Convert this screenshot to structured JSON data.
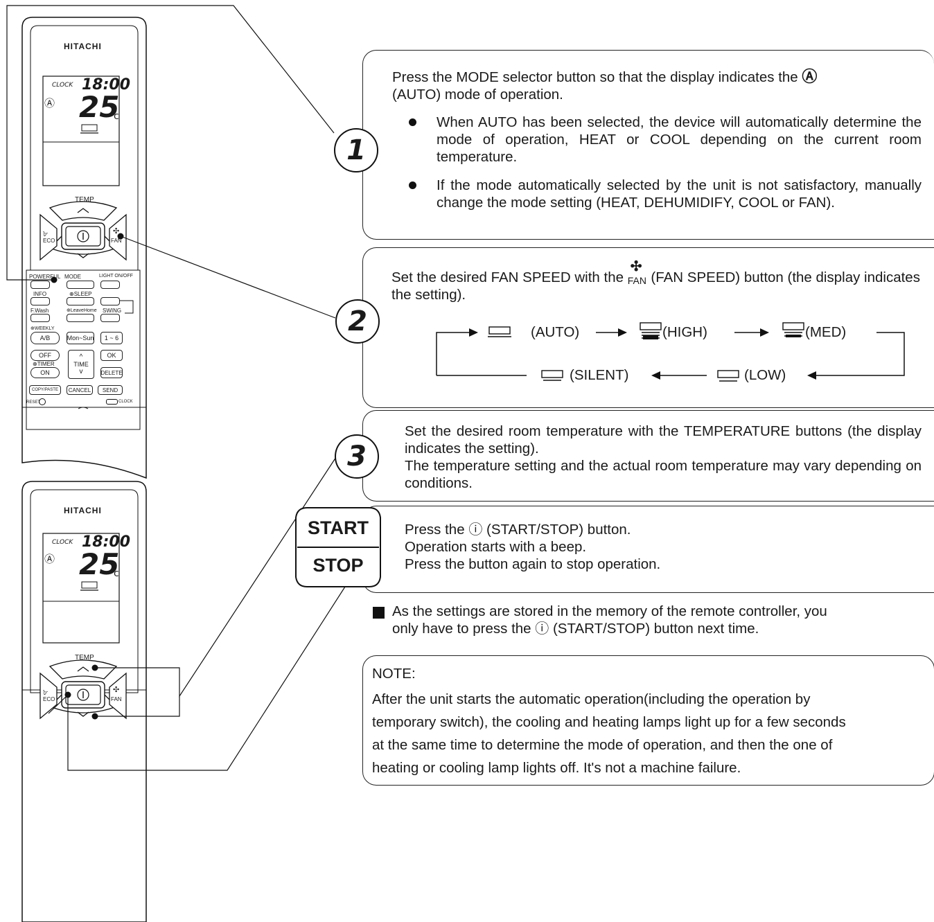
{
  "remote": {
    "brand": "HITACHI",
    "clock_label": "CLOCK",
    "clock_value": "18:00",
    "temp_value": "25",
    "temp_unit": "c",
    "auto_symbol": "Ⓐ",
    "temp_label": "TEMP",
    "eco_label": "ECO",
    "fan_label": "FAN",
    "power_symbol": "Ⓘ",
    "buttons": {
      "powerful": "POWERFUL",
      "mode": "MODE",
      "light": "LIGHT ON/OFF",
      "info": "INFO",
      "sleep": "⊕SLEEP",
      "fwash": "F.Wash",
      "leavehome": "⊕LeaveHome",
      "swing": "SWING",
      "weekly": "⊕WEEKLY",
      "ab": "A/B",
      "monsun": "Mon~Sun",
      "one_six": "1 ~ 6",
      "off": "OFF",
      "timer": "⊕TIMER",
      "on": "ON",
      "time": "TIME",
      "ok": "OK",
      "delete": "DELETE",
      "copypaste": "COPY/PASTE",
      "cancel": "CANCEL",
      "send": "SEND",
      "reset": "RESET",
      "clock": "CLOCK"
    }
  },
  "step1": {
    "number": "1",
    "intro": "Press the MODE selector button so that the display indicates the",
    "intro_icon": "Ⓐ",
    "intro_tail": "(AUTO) mode of operation.",
    "bullet1": "When AUTO has been selected, the device will automatically determine the mode of operation, HEAT or COOL depending on the current room temperature.",
    "bullet2": "If the mode automatically selected by the unit is not satisfactory, manually change the mode setting (HEAT, DEHUMIDIFY, COOL or FAN)."
  },
  "step2": {
    "number": "2",
    "text_a": "Set the desired FAN SPEED with the",
    "fan_word": "FAN",
    "text_b": "(FAN SPEED) button (the display indicates the setting).",
    "flow": {
      "auto": "(AUTO)",
      "high": "(HIGH)",
      "med": "(MED)",
      "low": "(LOW)",
      "silent": "(SILENT)"
    }
  },
  "step3": {
    "number": "3",
    "text": "Set the desired room temperature with the TEMPERATURE buttons (the display indicates the setting).",
    "text2": "The temperature setting and the actual room temperature may vary depending on conditions."
  },
  "startstop": {
    "start": "START",
    "stop": "STOP",
    "line1": "Press the",
    "line1_tail": "(START/STOP) button.",
    "line2": "Operation starts with a beep.",
    "line3": "Press the button again to stop operation."
  },
  "memory_note": {
    "text_a": "As the settings are stored in the memory of the remote controller, you",
    "text_b": "only have to press the",
    "text_c": "(START/STOP) button next time."
  },
  "note": {
    "title": "NOTE:",
    "line1": "After the unit starts the automatic operation(including the operation by",
    "line2": "temporary switch), the cooling and heating lamps light up for a few seconds",
    "line3": "at the same time to determine the mode of operation, and then the one of",
    "line4": "heating or cooling lamp lights off. It's not a machine failure."
  }
}
